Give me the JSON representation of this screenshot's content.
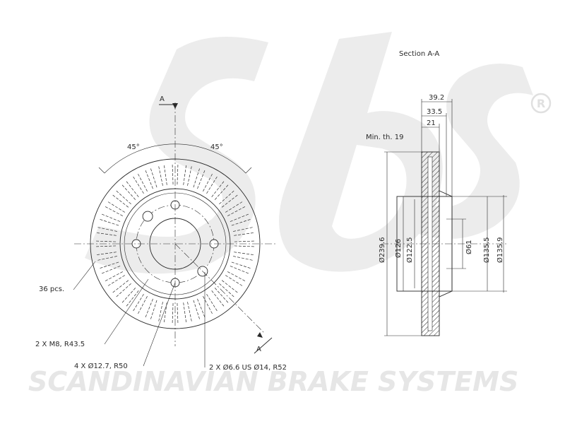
{
  "watermark": {
    "brand": "SCANDINAVIAN BRAKE SYSTEMS",
    "registered_mark": "R",
    "watermark_color": "#e6e6e6",
    "line_color": "#2a2a2a"
  },
  "front_view": {
    "section_marker_top": "A",
    "section_marker_bottom": "A",
    "angle_left": "45°",
    "angle_right": "45°",
    "vent_count_label": "36 pcs.",
    "vent_count": 36,
    "callouts": [
      "2 X M8, R43.5",
      "4 X Ø12.7, R50",
      "2 X Ø6.6 US Ø14, R52"
    ]
  },
  "section_view": {
    "title": "Section A-A",
    "min_thickness": "Min. th. 19",
    "dims": {
      "width_total": "39.2",
      "width_hat": "33.5",
      "disc_thickness": "21",
      "d_outer": "Ø239.6",
      "d_126": "Ø126",
      "d_122_5": "Ø122.5",
      "d_61": "Ø61",
      "d_135_5": "Ø135.5",
      "d_135_9": "Ø135.9"
    }
  }
}
